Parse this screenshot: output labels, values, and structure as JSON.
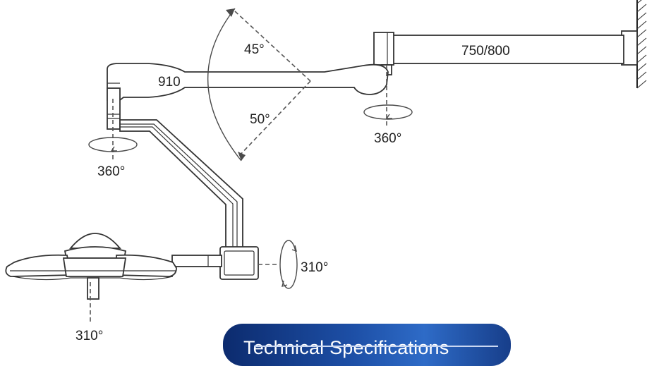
{
  "labels": {
    "arm_outer_length": "750/800",
    "arm_inner_length": "910",
    "tilt_up": "45°",
    "tilt_down": "50°",
    "rotation_wall": "360°",
    "rotation_joint": "360°",
    "rotation_head_side": "310°",
    "rotation_head_bottom": "310°"
  },
  "banner": {
    "title": "Technical Specifications"
  },
  "colors": {
    "line": "#333333",
    "banner_dark": "#0c2b6e",
    "banner_light": "#2e6bc7"
  }
}
